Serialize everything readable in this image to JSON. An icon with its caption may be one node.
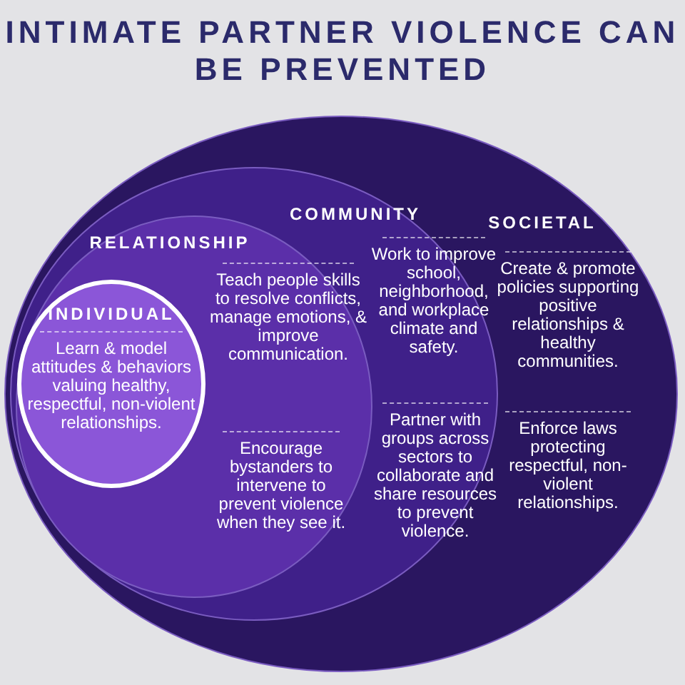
{
  "diagram": {
    "title": "INTIMATE PARTNER VIOLENCE CAN BE PREVENTED",
    "nodes": [
      {
        "text": [
          "SOCIETAL",
          "Create & promote policies supporting positive relationships & healthy communities.",
          "Enforce laws protecting respectful, non-violent relationships."
        ]
      },
      {
        "text": [
          "COMMUNITY",
          "Work to improve school, neighborhood, and workplace climate and safety.",
          "Partner with groups across sectors to collaborate and share resources to prevent violence."
        ],
        "in": 0
      },
      {
        "text": [
          "RELATIONSHIP",
          "Teach people skills to resolve conflicts, manage emotions, & improve communication.",
          "Encourage bystanders to intervene to prevent violence when they see it."
        ],
        "in": 1
      },
      {
        "text": [
          "INDIVIDUAL",
          "Learn & model attitudes & behaviors valuing healthy, respectful, non-violent relationships."
        ],
        "in": 2
      }
    ]
  }
}
